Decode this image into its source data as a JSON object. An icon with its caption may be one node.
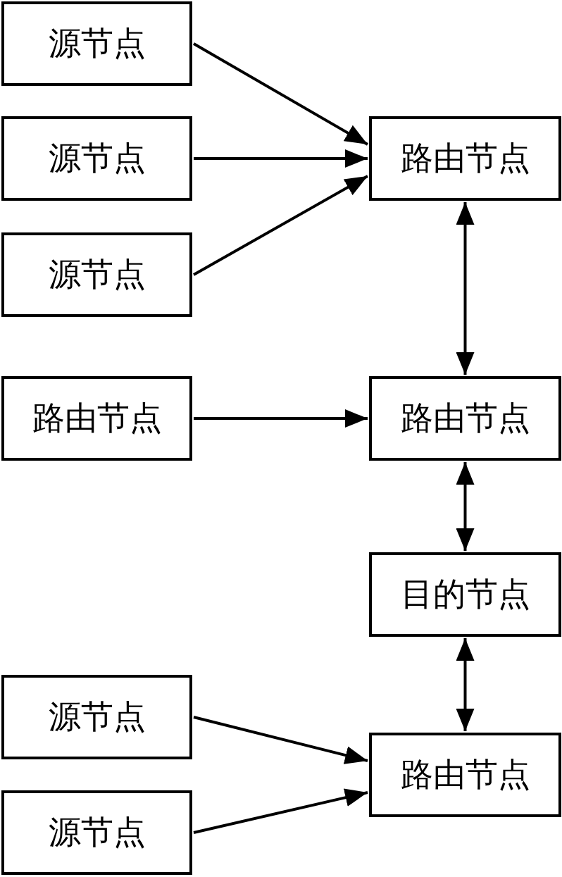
{
  "diagram": {
    "nodes": [
      {
        "text": [
          "源节点"
        ]
      },
      {
        "text": [
          "源节点"
        ]
      },
      {
        "text": [
          "路由节点"
        ]
      },
      {
        "text": [
          "源节点"
        ]
      },
      {
        "text": [
          "路由节点"
        ]
      },
      {
        "text": [
          "路由节点"
        ]
      },
      {
        "text": [
          "目的节点"
        ]
      },
      {
        "text": [
          "源节点"
        ]
      },
      {
        "text": [
          "路由节点"
        ]
      },
      {
        "text": [
          "源节点"
        ]
      }
    ],
    "edges": [
      {
        "from": 0,
        "to": 2,
        "arrow": "to"
      },
      {
        "from": 1,
        "to": 2,
        "arrow": "to"
      },
      {
        "from": 3,
        "to": 2,
        "arrow": "to"
      },
      {
        "from": 2,
        "to": 5,
        "arrow": "both"
      },
      {
        "from": 4,
        "to": 5,
        "arrow": "to"
      },
      {
        "from": 5,
        "to": 6,
        "arrow": "both"
      },
      {
        "from": 6,
        "to": 8,
        "arrow": "both"
      },
      {
        "from": 7,
        "to": 8,
        "arrow": "to"
      },
      {
        "from": 9,
        "to": 8,
        "arrow": "to"
      }
    ]
  }
}
